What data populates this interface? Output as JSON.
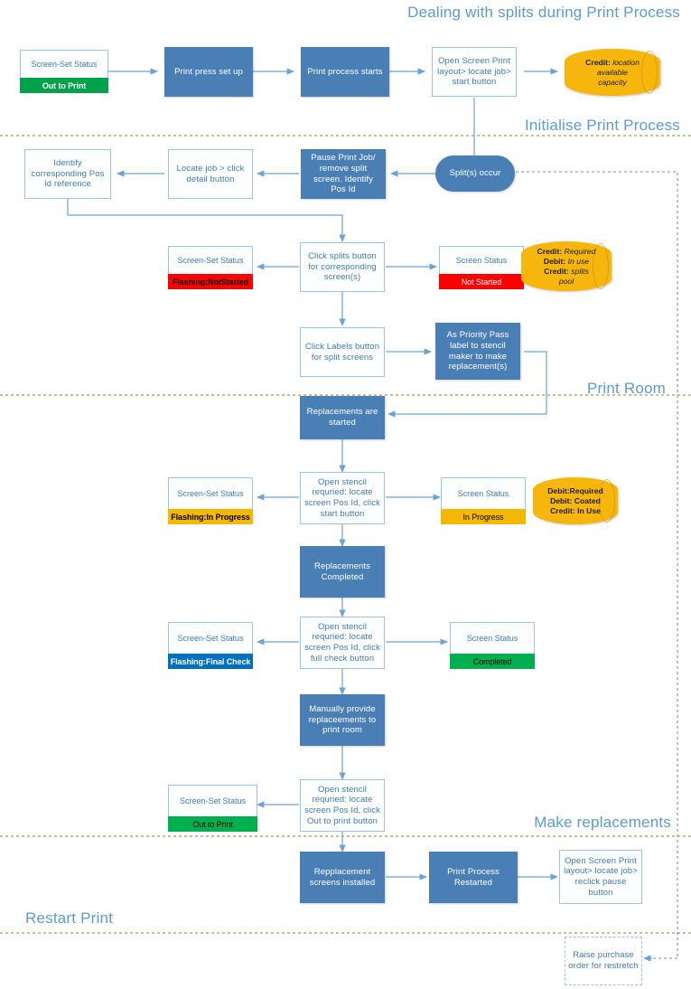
{
  "bands": [
    {
      "id": "band-dealing",
      "label": "Dealing with splits during Print Process"
    },
    {
      "id": "band-initialise",
      "label": "Initialise Print Process"
    },
    {
      "id": "band-print-room",
      "label": "Print Room"
    },
    {
      "id": "band-make-replacements",
      "label": "Make replacements"
    },
    {
      "id": "band-restart-print",
      "label": "Restart Print"
    }
  ],
  "nodes": {
    "screen_set_status_label": "Screen-Set Status",
    "screen_status_label": "Screen Status",
    "out_to_print_1": "Out to Print",
    "print_press_set_up": "Print press set up",
    "print_process_starts": "Print process starts",
    "open_screen_print_start": "Open Screen Print layout> locate job> start button",
    "credit_location_capacity": "Credit: location available capacity",
    "splits_occur": "Split(s) occur",
    "pause_print_job": "Pause Print Job/ remove split screen. Identify Pos Id",
    "locate_job_detail": "Locate job > click detail button",
    "identify_pos_id": "Identify corresponding Pos Id reference",
    "flashing_not_started": "Flashing:NotStarted",
    "click_splits_button": "Click splits button for corresponding screen(s)",
    "not_started": "Not Started",
    "credit_required_block": "Credit: Required\nDebit: In use\nCredit: splits pool",
    "click_labels_button": "Click Labels button for split screens",
    "priority_pass_label": "As Priority Pass label to stencil maker to make replacement(s)",
    "replacements_are_started": "Replacements are started",
    "flashing_in_progress": "Flashing:In Progress",
    "open_stencil_start": "Open stencil requried: locate screen Pos Id, click start button",
    "in_progress": "In Progress",
    "debit_required_block": "Debit:Required\nDebit: Coated\nCredit: In Use",
    "replacements_completed": "Replacements Completed",
    "flashing_final_check": "Flashing:Final Check",
    "open_stencil_full_check": "Open stencil requried: locate screen Pos Id, click full check button",
    "completed": "Completed",
    "manually_provide": "Manually provide replaceements to print room",
    "out_to_print_2": "Out to Print",
    "open_stencil_out_to_print": "Open stencil requried: locate screen Pos Id, click Out to print button",
    "replacement_screens_installed": "Repplacement screens installed",
    "print_process_restarted": "Print Process Restarted",
    "open_screen_print_pause": "Open Screen Print layout> locate job> reclick pause button",
    "raise_purchase_order": "Raise purchase order for restretch"
  },
  "cylinders": {
    "credit_location": {
      "line1_bold": "Credit:",
      "line1_italic": " location",
      "line2": "available",
      "line3": "capacity"
    },
    "splits_pool": {
      "l1b": "Credit:",
      "l1i": " Required",
      "l2b": "Debit:",
      "l2i": " In use",
      "l3b": "Credit:",
      "l3i": " splits",
      "l4": "pool"
    },
    "coated": {
      "l1": "Debit:Required",
      "l2": "Debit: Coated",
      "l3": "Credit: In Use"
    }
  },
  "colors": {
    "process_fill": "#4a7fb5",
    "process_stroke": "#9dc3e6",
    "band_label": "#5b9bd5",
    "status_green": "#00a14b",
    "status_red": "#ff0000",
    "status_amber": "#f5b800",
    "status_blue": "#0070c0",
    "cylinder": "#f6b60c",
    "divider_green": "#808000",
    "connector": "#6ba3d6"
  }
}
